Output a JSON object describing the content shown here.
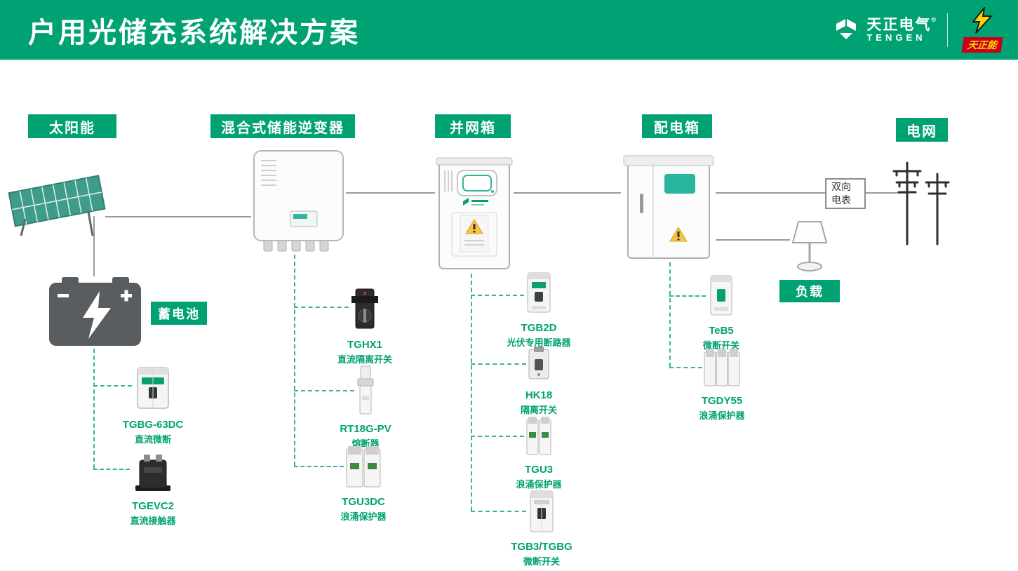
{
  "colors": {
    "accent": "#00a273",
    "dash": "#35b39e",
    "line": "#9a9a9a"
  },
  "header": {
    "title": "户用光储充系统解决方案",
    "brand": {
      "name": "天正电气",
      "name_en": "TENGEN",
      "reg": "®"
    },
    "brand2": {
      "name": "天正能"
    }
  },
  "badges": {
    "solar": "太阳能",
    "inverter": "混合式储能逆变器",
    "grid_box": "并网箱",
    "dist_box": "配电箱",
    "grid": "电网",
    "battery": "蓄电池",
    "load": "负载"
  },
  "meter": {
    "line1": "双向",
    "line2": "电表"
  },
  "products": {
    "battery": [
      {
        "name": "TGBG-63DC",
        "desc": "直流微断"
      },
      {
        "name": "TGEVC2",
        "desc": "直流接触器"
      }
    ],
    "inverter": [
      {
        "name": "TGHX1",
        "desc": "直流隔离开关"
      },
      {
        "name": "RT18G-PV",
        "desc": "熔断器"
      },
      {
        "name": "TGU3DC",
        "desc": "浪涌保护器"
      }
    ],
    "grid_box": [
      {
        "name": "TGB2D",
        "desc": "光伏专用断路器"
      },
      {
        "name": "HK18",
        "desc": "隔离开关"
      },
      {
        "name": "TGU3",
        "desc": "浪涌保护器"
      },
      {
        "name": "TGB3/TGBG",
        "desc": "微断开关"
      }
    ],
    "dist_box": [
      {
        "name": "TeB5",
        "desc": "微断开关"
      },
      {
        "name": "TGDY55",
        "desc": "浪涌保护器"
      }
    ]
  }
}
